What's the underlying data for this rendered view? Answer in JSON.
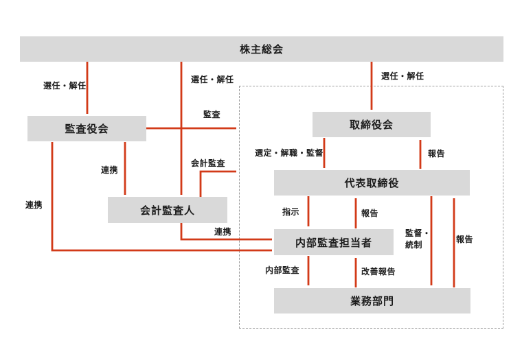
{
  "diagram": {
    "boxes": {
      "shareholders_meeting": "株主総会",
      "audit_and_supervisory_board": "監査役会",
      "accounting_auditor": "会計監査人",
      "board_of_directors": "取締役会",
      "representative_director": "代表取締役",
      "internal_audit_staff": "内部監査担当者",
      "business_divisions": "業務部門"
    },
    "labels": {
      "appoint_dismiss_left": "選任・解任",
      "appoint_dismiss_center": "選任・解任",
      "appoint_dismiss_right": "選任・解任",
      "audit": "監査",
      "accounting_audit": "会計監査",
      "cooperation_audit_board_accounting": "連携",
      "cooperation_audit_board_internal": "連携",
      "cooperation_accounting_internal": "連携",
      "select_dismiss_supervise": "選定・解職・監督",
      "report_to_board": "報告",
      "instruction": "指示",
      "report_to_representative": "報告",
      "supervise_control_line1": "監督・",
      "supervise_control_line2": "統制",
      "report_from_business": "報告",
      "internal_audit": "内部監査",
      "improvement_report": "改善報告"
    },
    "colors": {
      "box_background": "#d9d9d9",
      "arrow": "#d23a18",
      "text": "#1c1c1c",
      "dashed_border": "#9c9c9c",
      "page_background": "#ffffff"
    }
  }
}
